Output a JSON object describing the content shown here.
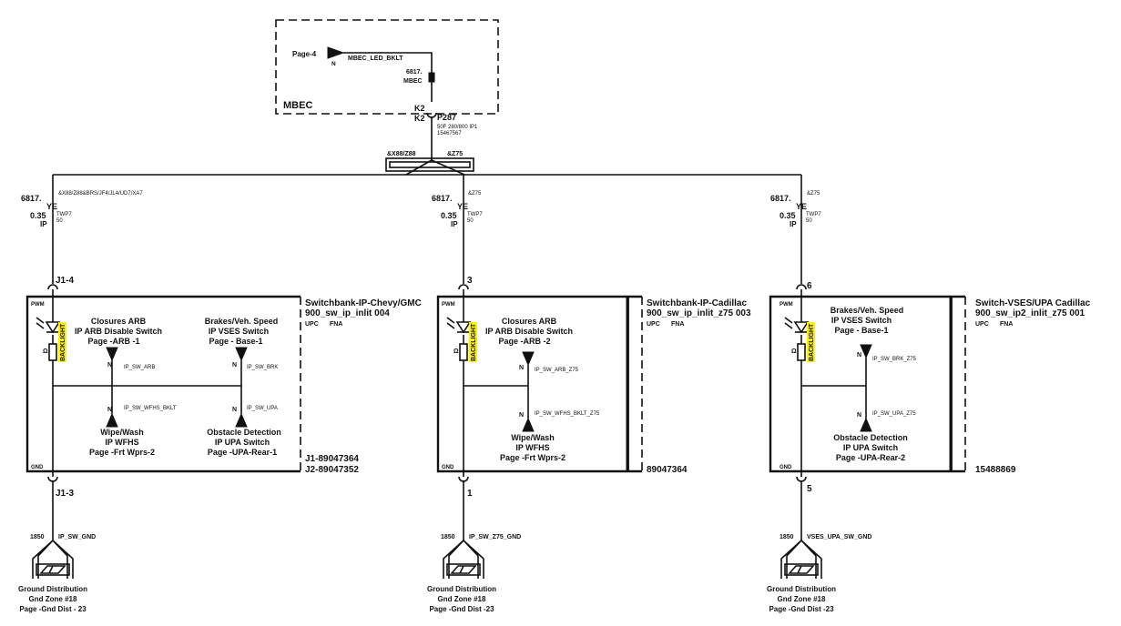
{
  "mbec": {
    "label": "MBEC",
    "page_ref": "Page-4",
    "page_ref_pin": "N",
    "signal": "MBEC_LED_BKLT",
    "circuit_num": "6817.",
    "circuit_mod": "MBEC",
    "pin_top": "K2",
    "pin_bottom": "K2",
    "connector": "P287",
    "connector_detail_1": "50F 280/800 IP1",
    "connector_detail_2": "15467567"
  },
  "splice": {
    "left_option": "&X88/Z88",
    "right_option": "&Z75"
  },
  "branches": [
    {
      "option": "&X88/Z88&BRS/JF4/JL4/UD7/XA7",
      "circuit": "6817.",
      "color": "YE",
      "gauge": "0.35",
      "loc": "IP",
      "twp_a": "TWP7",
      "twp_b": "50",
      "pin_in": "J1-4",
      "pin_out": "J1-3",
      "gnd_circuit": "1850",
      "gnd_signal": "IP_SW_GND",
      "gnd_title": "Ground Distribution",
      "gnd_zone": "Gnd Zone #18",
      "gnd_page": "Page -Gnd Dist - 23"
    },
    {
      "option": "&Z75",
      "circuit": "6817.",
      "color": "YE",
      "gauge": "0.35",
      "loc": "IP",
      "twp_a": "TWP7",
      "twp_b": "50",
      "pin_in": "3",
      "pin_out": "1",
      "gnd_circuit": "1850",
      "gnd_signal": "IP_SW_Z75_GND",
      "gnd_title": "Ground Distribution",
      "gnd_zone": "Gnd Zone #18",
      "gnd_page": "Page -Gnd Dist -23"
    },
    {
      "option": "&Z75",
      "circuit": "6817.",
      "color": "YE",
      "gauge": "0.35",
      "loc": "IP",
      "twp_a": "TWP7",
      "twp_b": "50",
      "pin_in": "6",
      "pin_out": "5",
      "gnd_circuit": "1850",
      "gnd_signal": "VSES_UPA_SW_GND",
      "gnd_title": "Ground Distribution",
      "gnd_zone": "Gnd Zone #18",
      "gnd_page": "Page -Gnd Dist -23"
    }
  ],
  "modules": [
    {
      "title": "Switchbank-IP-Chevy/GMC",
      "file": "900_sw_ip_inlit 004",
      "upc": "UPC",
      "fna": "FNA",
      "part_1": "J1-89047364",
      "part_2": "J2-89047352",
      "pwm": "PWM",
      "gnd": "GND",
      "backlight": "BACKLIGHT",
      "ohm": "Ω",
      "tl_1": "Closures ARB",
      "tl_2": "IP ARB Disable Switch",
      "tl_3": "Page -ARB  -1",
      "tl_pin": "N",
      "tl_sig": "IP_SW_ARB",
      "tr_1": "Brakes/Veh. Speed",
      "tr_2": "IP VSES Switch",
      "tr_3": "Page - Base-1",
      "tr_pin": "N",
      "tr_sig": "IP_SW_BRK",
      "bl_pin": "N",
      "bl_sig": "IP_SW_WFHS_BKLT",
      "bl_1": "Wipe/Wash",
      "bl_2": "IP WFHS",
      "bl_3": "Page -Frt Wprs-2",
      "br_pin": "N",
      "br_sig": "IP_SW_UPA",
      "br_1": "Obstacle Detection",
      "br_2": "IP UPA Switch",
      "br_3": "Page -UPA-Rear-1"
    },
    {
      "title": "Switchbank-IP-Cadillac",
      "file": "900_sw_ip_inlit_z75 003",
      "upc": "UPC",
      "fna": "FNA",
      "part_1": "89047364",
      "pwm": "PWM",
      "gnd": "GND",
      "backlight": "BACKLIGHT",
      "ohm": "Ω",
      "t_1": "Closures ARB",
      "t_2": "IP ARB Disable Switch",
      "t_3": "Page -ARB  -2",
      "t_pin": "N",
      "t_sig": "IP_SW_ARB_Z75",
      "b_pin": "N",
      "b_sig": "IP_SW_WFHS_BKLT_Z75",
      "b_1": "Wipe/Wash",
      "b_2": "IP WFHS",
      "b_3": "Page -Frt Wprs-2"
    },
    {
      "title": "Switch-VSES/UPA Cadillac",
      "file": "900_sw_ip2_inlit_z75 001",
      "upc": "UPC",
      "fna": "FNA",
      "part_1": "15488869",
      "pwm": "PWM",
      "gnd": "GND",
      "backlight": "BACKLIGHT",
      "ohm": "Ω",
      "t_1": "Brakes/Veh. Speed",
      "t_2": "IP VSES Switch",
      "t_3": "Page - Base-1",
      "t_pin": "N",
      "t_sig": "IP_SW_BRK_Z75",
      "b_pin": "N",
      "b_sig": "IP_SW_UPA_Z75",
      "b_1": "Obstacle Detection",
      "b_2": "IP UPA Switch",
      "b_3": "Page -UPA-Rear-2"
    }
  ]
}
